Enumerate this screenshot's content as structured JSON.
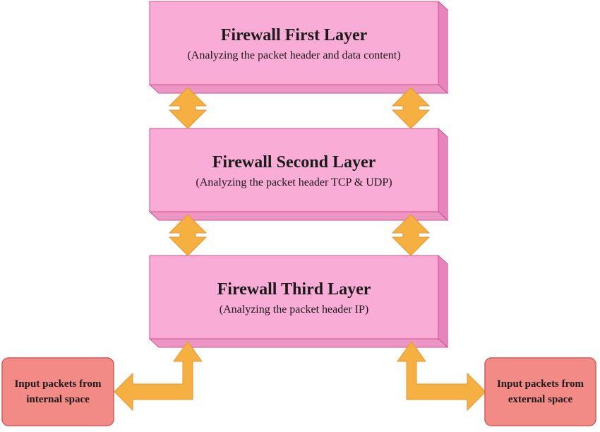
{
  "layers": [
    {
      "title": "Firewall First Layer",
      "subtitle": "(Analyzing the packet header and data content)"
    },
    {
      "title": "Firewall Second Layer",
      "subtitle": "(Analyzing the packet header TCP & UDP)"
    },
    {
      "title": "Firewall Third Layer",
      "subtitle": "(Analyzing the packet header IP)"
    }
  ],
  "inputs": {
    "internal": {
      "line1": "Input packets from",
      "line2": "internal space"
    },
    "external": {
      "line1": "Input packets from",
      "line2": "external space"
    }
  },
  "colors": {
    "layer_front": "#f9acd6",
    "layer_top": "#f7c6e2",
    "layer_side": "#e884bd",
    "layer_border": "#d0508f",
    "arrow": "#f5b041",
    "arrow_border": "#e8962a",
    "input_box": "#f28a86",
    "input_border": "#d25c5a"
  }
}
